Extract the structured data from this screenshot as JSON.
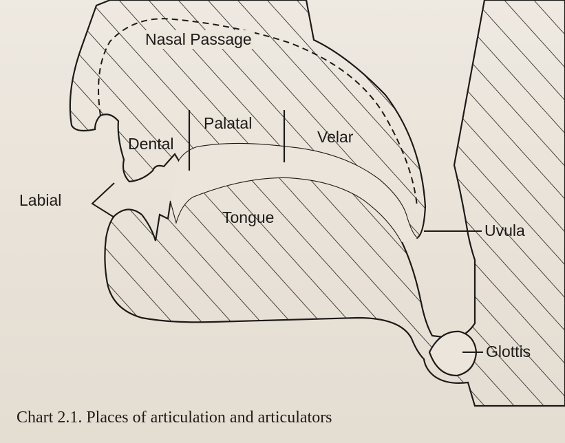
{
  "labels": {
    "nasal_passage": "Nasal Passage",
    "palatal": "Palatal",
    "dental": "Dental",
    "velar": "Velar",
    "labial": "Labial",
    "tongue": "Tongue",
    "uvula": "Uvula",
    "glottis": "Glottis"
  },
  "caption": "Chart 2.1. Places of articulation and articulators",
  "colors": {
    "ink": "#1c1a18",
    "paper": "#ece6dd",
    "show_through": "#b9b1a6"
  }
}
